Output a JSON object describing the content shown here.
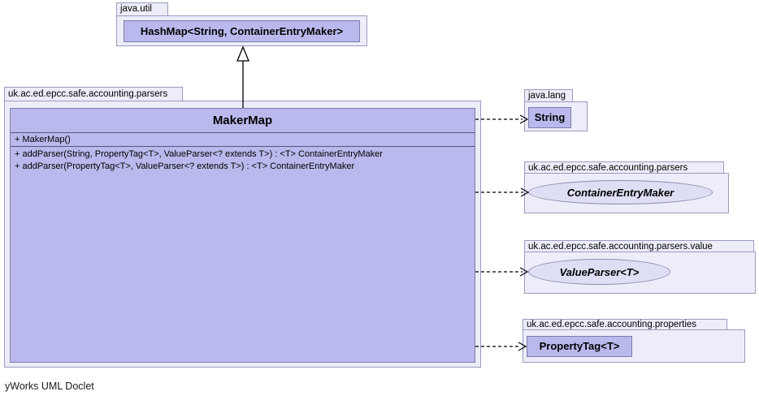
{
  "footer": "yWorks UML Doclet",
  "colors": {
    "background": "#FFFFFF",
    "package_fill": "#EDEDFA",
    "package_border": "#9A9AC0",
    "class_fill": "#B9B9ED",
    "class_border": "#7C7CA8",
    "interface_fill": "#DEDEF4",
    "line": "#000000"
  },
  "packages": {
    "java_util": {
      "label": "java.util",
      "class_name": "HashMap<String, ContainerEntryMaker>"
    },
    "parsers_main": {
      "label": "uk.ac.ed.epcc.safe.accounting.parsers",
      "class_name": "MakerMap",
      "constructor": "+ MakerMap()",
      "methods": [
        "+ addParser(String, PropertyTag<T>, ValueParser<? extends T>) : <T> ContainerEntryMaker",
        "+ addParser(PropertyTag<T>, ValueParser<? extends T>) : <T> ContainerEntryMaker"
      ]
    },
    "java_lang": {
      "label": "java.lang",
      "class_name": "String"
    },
    "parsers_iface": {
      "label": "uk.ac.ed.epcc.safe.accounting.parsers",
      "interface_name": "ContainerEntryMaker"
    },
    "parsers_value": {
      "label": "uk.ac.ed.epcc.safe.accounting.parsers.value",
      "interface_name": "ValueParser<T>"
    },
    "properties": {
      "label": "uk.ac.ed.epcc.safe.accounting.properties",
      "class_name": "PropertyTag<T>"
    }
  },
  "relations": [
    {
      "type": "generalization",
      "from": "MakerMap",
      "to": "HashMap<String, ContainerEntryMaker>"
    },
    {
      "type": "dependency",
      "from": "MakerMap",
      "to": "String"
    },
    {
      "type": "dependency",
      "from": "MakerMap",
      "to": "ContainerEntryMaker"
    },
    {
      "type": "dependency",
      "from": "MakerMap",
      "to": "ValueParser<T>"
    },
    {
      "type": "dependency",
      "from": "MakerMap",
      "to": "PropertyTag<T>"
    }
  ]
}
